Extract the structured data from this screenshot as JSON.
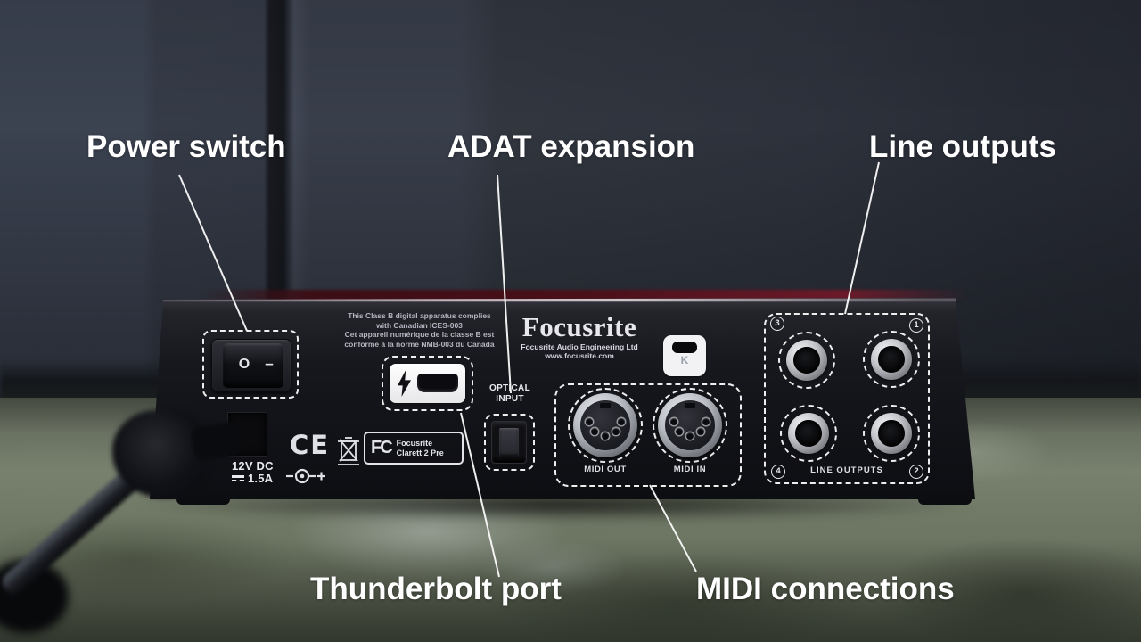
{
  "annotations": {
    "power_switch": "Power switch",
    "adat": "ADAT expansion",
    "line_outputs": "Line outputs",
    "thunderbolt": "Thunderbolt port",
    "midi": "MIDI connections"
  },
  "device": {
    "regulatory": {
      "line1": "This Class B digital apparatus complies",
      "line2": "with Canadian ICES-003",
      "line3": "Cet appareil numérique de la classe B est",
      "line4": "conforme à la norme NMB-003 du Canada"
    },
    "brand": {
      "name": "Focusrite",
      "company": "Focusrite Audio Engineering Ltd",
      "website": "www.focusrite.com"
    },
    "power": {
      "switch_off": "O",
      "switch_on": "–",
      "voltage": "12V DC",
      "current": "1.5A"
    },
    "marks": {
      "ce": "CE",
      "fcc_logo": "FC",
      "fcc_line1": "Focusrite",
      "fcc_line2": "Clarett 2 Pre"
    },
    "kensington": "K",
    "optical": {
      "line1": "OPTICAL",
      "line2": "INPUT"
    },
    "midi": {
      "out_label": "MIDI OUT",
      "in_label": "MIDI IN"
    },
    "line_outputs": {
      "label": "LINE OUTPUTS",
      "jacks": [
        "3",
        "1",
        "4",
        "2"
      ]
    }
  },
  "colors": {
    "callout_text": "#ffffff",
    "device_red_edge": "#4a1019",
    "panel_print": "#e8e8ee"
  }
}
